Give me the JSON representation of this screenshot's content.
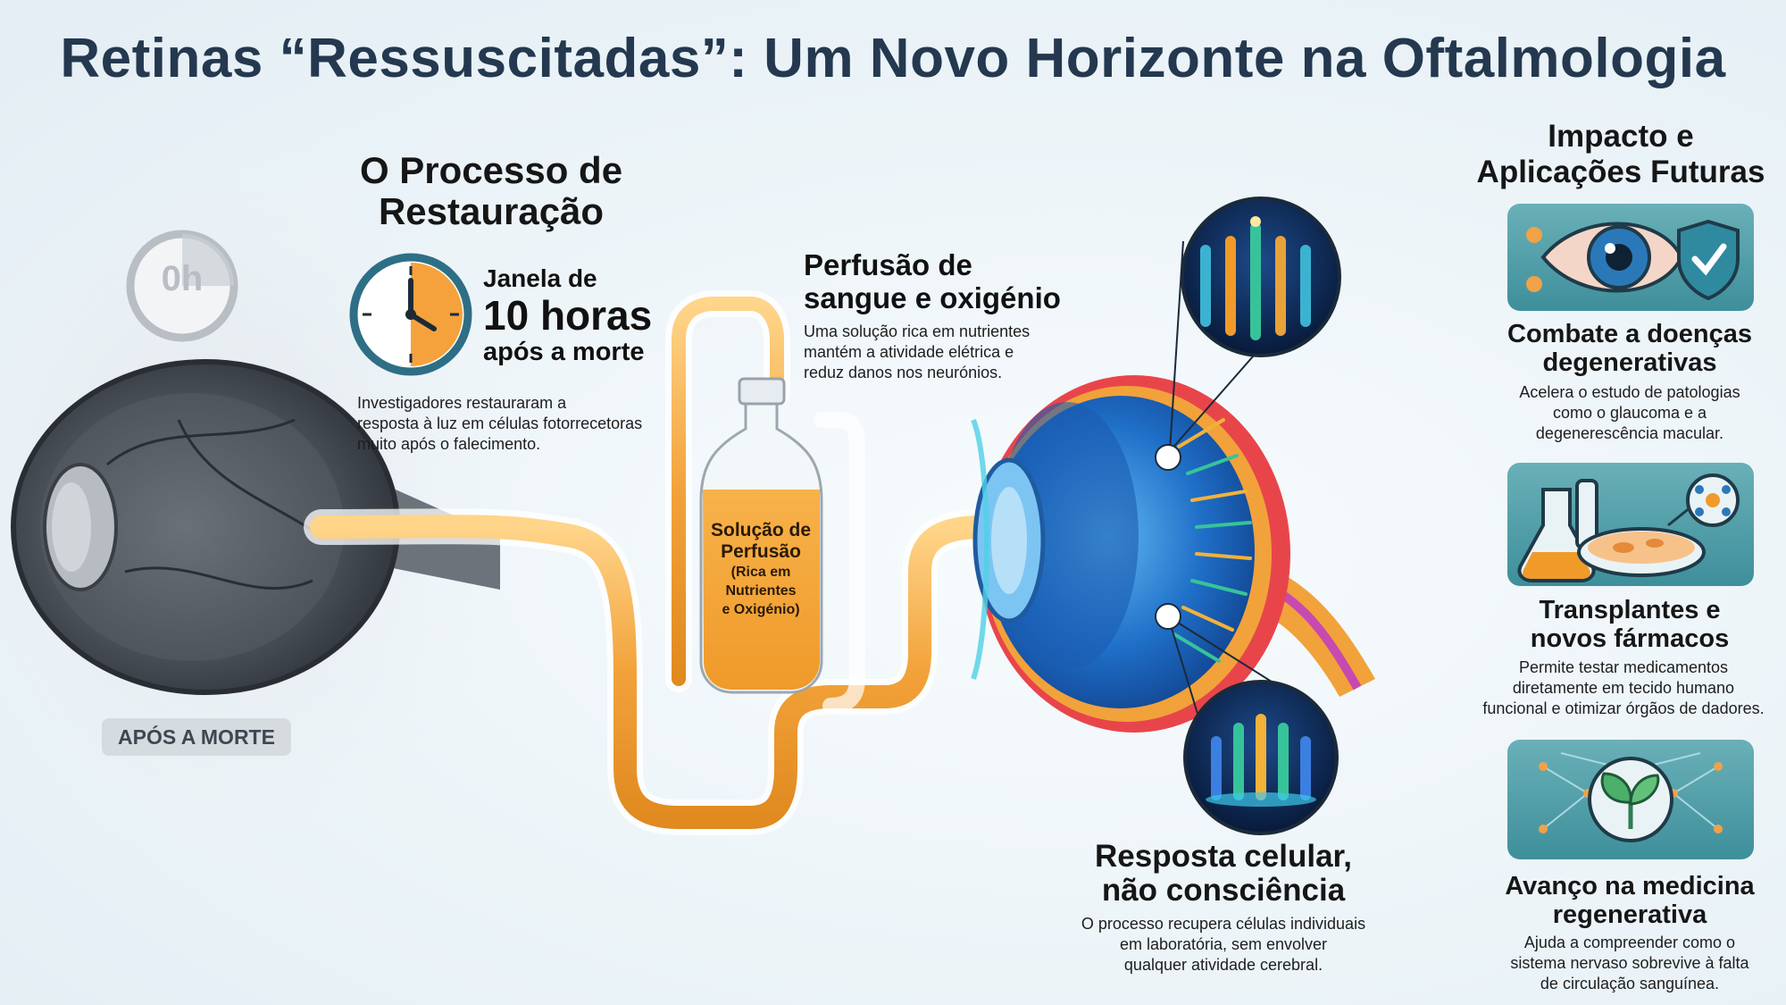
{
  "title": "Retinas “Ressuscitadas”: Um Novo Horizonte na Oftalmologia",
  "left": {
    "clock_label": "0h",
    "badge": "APÓS A MORTE"
  },
  "process": {
    "heading_line1": "O Processo de",
    "heading_line2": "Restauração",
    "window_line1": "Janela de",
    "window_line2": "10 horas",
    "window_line3": "após a morte",
    "desc_line1": "Investigadores restauraram a",
    "desc_line2": "resposta à luz em células fotorrecetoras",
    "desc_line3": "muito após o falecimento."
  },
  "perfusion": {
    "heading_line1": "Perfusão de",
    "heading_line2": "sangue e oxigénio",
    "desc_line1": "Uma solução rica em nutrientes",
    "desc_line2": "mantém a atividade elétrica e",
    "desc_line3": "reduz danos nos neurónios.",
    "bottle_line1": "Solução de",
    "bottle_line2": "Perfusão",
    "bottle_line3": "(Rica em",
    "bottle_line4": "Nutrientes",
    "bottle_line5": "e Oxigénio)"
  },
  "response": {
    "heading_line1": "Resposta celular,",
    "heading_line2": "não consciência",
    "desc_line1": "O processo recupera células individuais",
    "desc_line2": "em laboratória, sem envolver",
    "desc_line3": "qualquer atividade cerebral."
  },
  "impact": {
    "heading_line1": "Impacto e",
    "heading_line2": "Aplicações Futuras",
    "items": [
      {
        "title_line1": "Combate a doenças",
        "title_line2": "degenerativas",
        "desc_line1": "Acelera o estudo de patologias",
        "desc_line2": "como o glaucoma e a",
        "desc_line3": "degenerescência macular."
      },
      {
        "title_line1": "Transplantes e",
        "title_line2": "novos fármacos",
        "desc_line1": "Permite testar medicamentos",
        "desc_line2": "diretamente em tecido humano",
        "desc_line3": "funcional e otimizar órgãos de dadores."
      },
      {
        "title_line1": "Avanço na medicina",
        "title_line2": "regenerativa",
        "desc_line1": "Ajuda a compreender como o",
        "desc_line2": "sistema nervaso sobrevive à falta",
        "desc_line3": "de circulação sanguínea."
      }
    ]
  },
  "colors": {
    "title": "#24384f",
    "orange": "#f2a23a",
    "blue": "#2a7fd0",
    "teal": "#4d9aa6"
  }
}
